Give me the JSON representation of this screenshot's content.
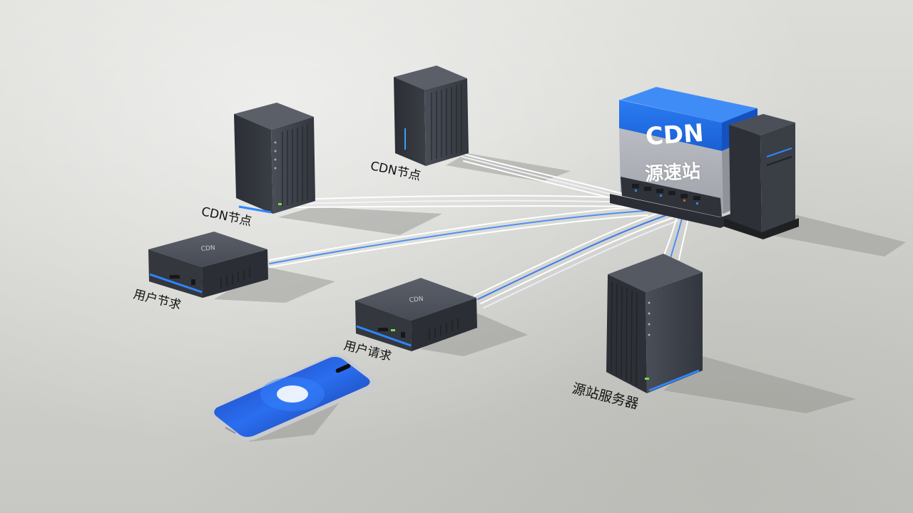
{
  "labels": {
    "cdn_node_back": "CDN节点",
    "cdn_node_left": "CDN节点",
    "user_node_left": "用户节求",
    "user_request_center": "用户请求",
    "origin_server": "源站服务器"
  },
  "sign": {
    "top": "CDN",
    "bottom": "源速站"
  },
  "colors": {
    "sign_blue": "#1f6fe6",
    "accent_blue": "#2e86ff",
    "device_dark": "#3b3f47"
  }
}
